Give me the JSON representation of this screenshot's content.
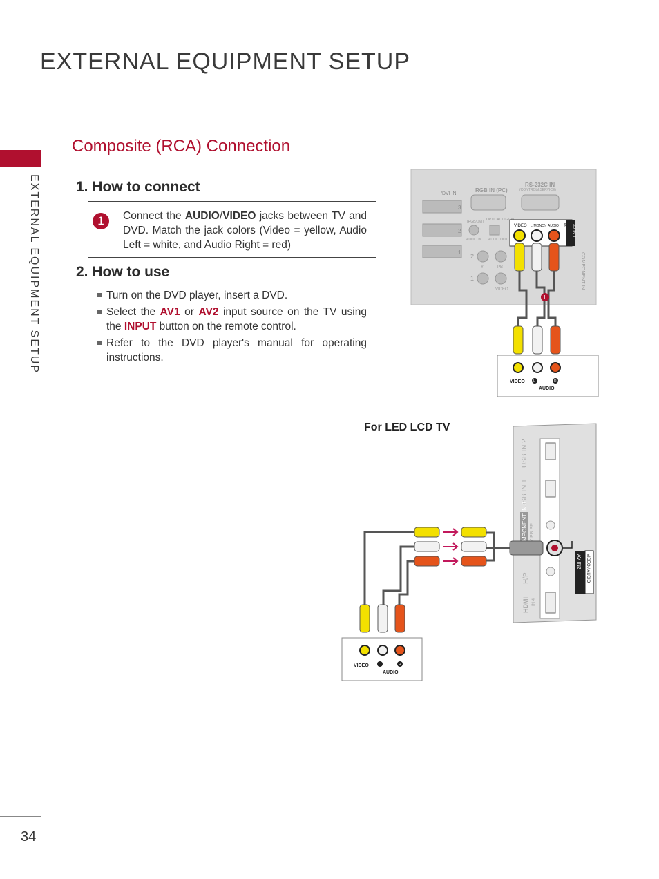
{
  "page": {
    "title": "EXTERNAL EQUIPMENT SETUP",
    "side_label": "EXTERNAL EQUIPMENT SETUP",
    "page_number": "34"
  },
  "section": {
    "heading": "Composite (RCA) Connection"
  },
  "how_to_connect": {
    "heading": "1. How to connect",
    "step_number": "1",
    "text_pre": "Connect the ",
    "audio": "AUDIO",
    "slash": "/",
    "video": "VIDEO",
    "text_post": " jacks between TV and DVD. Match the jack colors (Video = yellow, Audio Left = white, and Audio Right = red)"
  },
  "how_to_use": {
    "heading": "2. How to use",
    "bullet1": "Turn on the DVD player, insert a DVD.",
    "bullet2_a": "Select the ",
    "av1": "AV1",
    "bullet2_b": " or ",
    "av2": "AV2",
    "bullet2_c": " input source on the TV using the ",
    "input": "INPUT",
    "bullet2_d": " button on the remote control.",
    "bullet3": "Refer to the DVD player's manual for operating instructions."
  },
  "diagram_top": {
    "hdmi_dvi_in": "/DVI IN",
    "hdmi_ports": [
      "3",
      "2",
      "1"
    ],
    "rgb_in_pc": "RGB IN (PC)",
    "rs232c_in": "RS-232C IN",
    "rs232c_sub": "(CONTROL&SERVICE)",
    "rgb_dvi": "(RGB/DVI)",
    "optical_digital": "OPTICAL DIGITAL",
    "audio_in": "AUDIO IN",
    "audio_out": "AUDIO OUT",
    "video": "VIDEO",
    "l_mono": "L(MONO)",
    "audio": "AUDIO",
    "r": "R",
    "av_in_1": "AV IN 1",
    "component_in": "COMPONENT IN",
    "y_label": "Y",
    "pb_label": "PB",
    "row2": "2",
    "row1": "1",
    "video_small": "VIDEO",
    "callout": "1"
  },
  "dvd_top": {
    "video": "VIDEO",
    "l": "L",
    "r": "R",
    "audio": "AUDIO"
  },
  "diagram_bottom": {
    "caption": "For LED LCD TV",
    "usb_in_2": "USB IN 2",
    "usb_in_1": "USB IN 1",
    "component_in": "COMPONENT IN 3",
    "ypbpr": "AV Y PB PR",
    "hp": "H/P",
    "hdmi": "HDMI",
    "in4": "IN 4",
    "av_in2": "AV IN2",
    "video_audio": "VIDEO / AUDIO"
  },
  "dvd_bottom": {
    "video": "VIDEO",
    "l": "L",
    "r": "R",
    "audio": "AUDIO"
  },
  "colors": {
    "accent": "#b0102f",
    "yellow": "#f3e000",
    "red": "#e5541b",
    "white": "#f2f2f2",
    "panel": "#d9d9d9"
  }
}
